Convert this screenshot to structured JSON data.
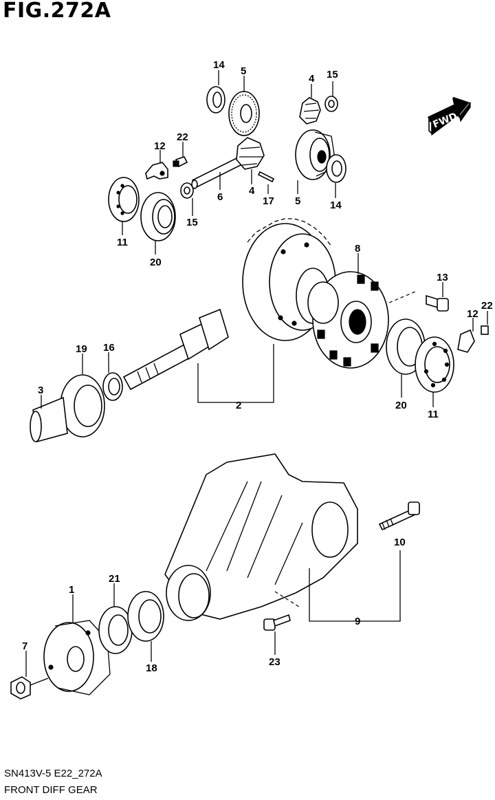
{
  "figure": {
    "title": "FIG.272A",
    "code": "SN413V-5 E22_272A",
    "name": "FRONT DIFF GEAR",
    "fwd_label": "FWD"
  },
  "callouts": {
    "c14a": "14",
    "c5a": "5",
    "c4a": "4",
    "c15a": "15",
    "c12a": "12",
    "c22a": "22",
    "c6": "6",
    "c4b": "4",
    "c17": "17",
    "c5b": "5",
    "c14b": "14",
    "c11a": "11",
    "c15b": "15",
    "c20a": "20",
    "c8": "8",
    "c13": "13",
    "c12b": "12",
    "c22b": "22",
    "c19": "19",
    "c16": "16",
    "c3": "3",
    "c2": "2",
    "c20b": "20",
    "c11b": "11",
    "c10": "10",
    "c9": "9",
    "c21": "21",
    "c1": "1",
    "c7": "7",
    "c18": "18",
    "c23": "23"
  }
}
